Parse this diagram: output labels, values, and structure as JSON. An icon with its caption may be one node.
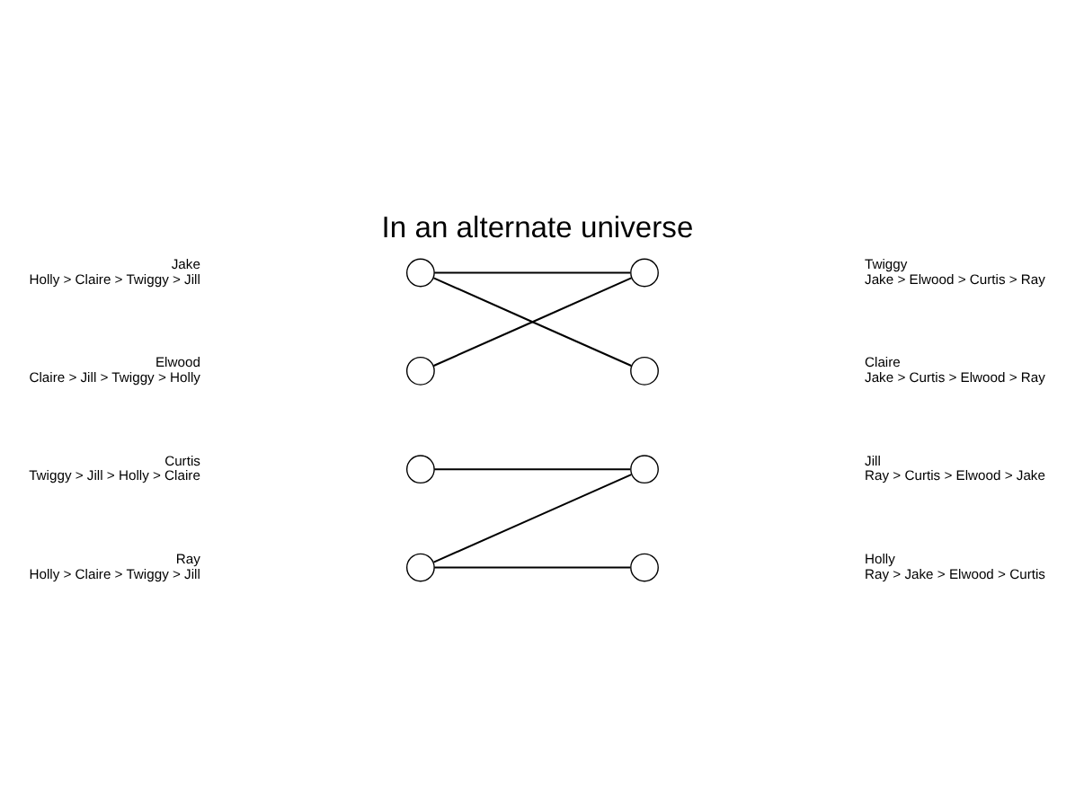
{
  "diagram": {
    "title": "In an alternate universe",
    "nodes": [
      {
        "text": [],
        "shape": "circle",
        "beside": [
          "Jake",
          "Holly > Claire > Twiggy > Jill"
        ]
      },
      {
        "text": [],
        "shape": "circle",
        "beside": [
          "Elwood",
          "Claire > Jill > Twiggy > Holly"
        ]
      },
      {
        "text": [],
        "shape": "circle",
        "beside": [
          "Curtis",
          "Twiggy > Jill > Holly > Claire"
        ]
      },
      {
        "text": [],
        "shape": "circle",
        "beside": [
          "Ray",
          "Holly > Claire > Twiggy > Jill"
        ]
      },
      {
        "text": [],
        "shape": "circle",
        "beside": [
          "Twiggy",
          "Jake > Elwood > Curtis > Ray"
        ]
      },
      {
        "text": [],
        "shape": "circle",
        "beside": [
          "Claire",
          "Jake > Curtis > Elwood > Ray"
        ]
      },
      {
        "text": [],
        "shape": "circle",
        "beside": [
          "Jill",
          "Ray > Curtis > Elwood > Jake"
        ]
      },
      {
        "text": [],
        "shape": "circle",
        "beside": [
          "Holly",
          "Ray > Jake > Elwood > Curtis"
        ]
      }
    ],
    "edges": [
      {
        "from": 0,
        "to": 4,
        "arrow": "none"
      },
      {
        "from": 0,
        "to": 5,
        "arrow": "none"
      },
      {
        "from": 1,
        "to": 4,
        "arrow": "none"
      },
      {
        "from": 2,
        "to": 6,
        "arrow": "none"
      },
      {
        "from": 3,
        "to": 6,
        "arrow": "none"
      },
      {
        "from": 3,
        "to": 7,
        "arrow": "none"
      }
    ]
  }
}
